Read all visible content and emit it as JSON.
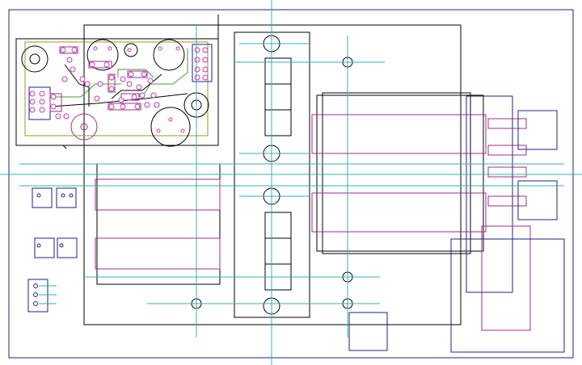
{
  "drawing": {
    "colors": {
      "outline": "#1f1f8c",
      "body": "#000000",
      "guide": "#3aafb6",
      "footprint": "#a12b8e",
      "trace_green": "#4a9a3a",
      "board_edge": "#9a9a20",
      "pad": "#c23bb5"
    },
    "layers": [
      "outline",
      "body",
      "guide",
      "footprint",
      "trace",
      "board-edge"
    ]
  }
}
